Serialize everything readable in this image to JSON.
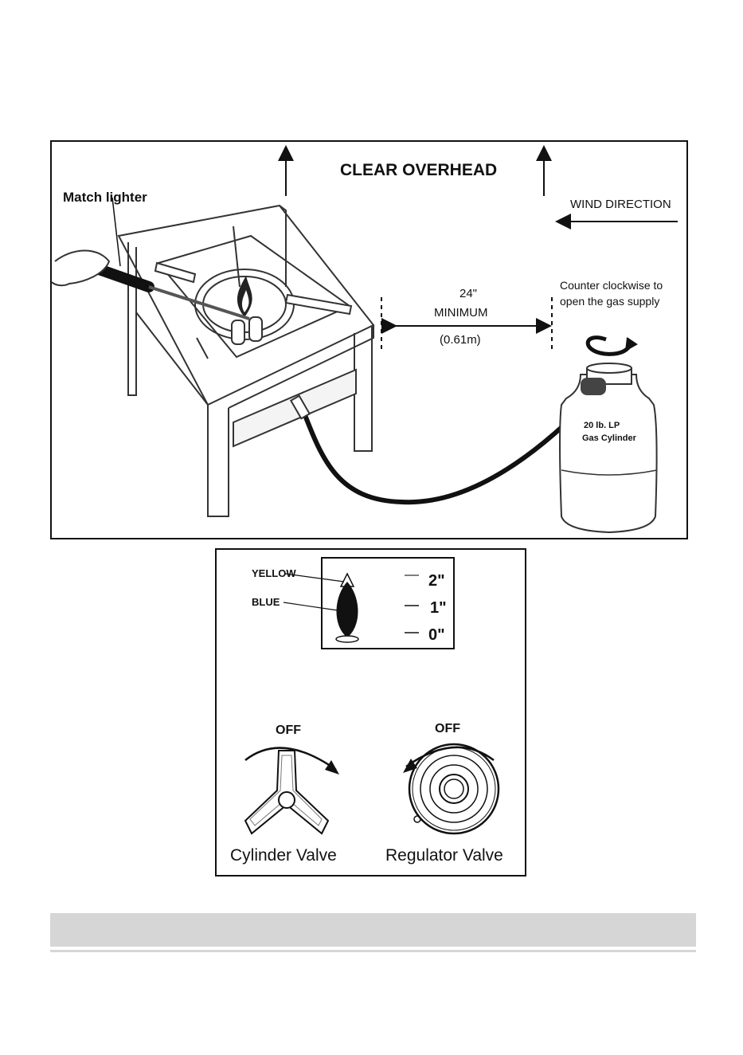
{
  "setup_diagram": {
    "clear_overhead": "CLEAR OVERHEAD",
    "match_lighter": "Match lighter",
    "wind_direction": "WIND DIRECTION",
    "distance_value": "24\"",
    "distance_minimum": "MINIMUM",
    "distance_metric": "(0.61m)",
    "counter_clockwise_line1": "Counter clockwise to",
    "counter_clockwise_line2": "open the gas supply",
    "cylinder_line1": "20 lb. LP",
    "cylinder_line2": "Gas Cylinder"
  },
  "flame_diagram": {
    "yellow_label": "YELLOW",
    "blue_label": "BLUE",
    "scale": [
      "2\"",
      "1\"",
      "0\""
    ],
    "cylinder_off": "OFF",
    "regulator_off": "OFF",
    "cylinder_valve": "Cylinder Valve",
    "regulator_valve": "Regulator Valve"
  },
  "colors": {
    "footer_bar": "#d6d6d6",
    "ink": "#111111"
  }
}
